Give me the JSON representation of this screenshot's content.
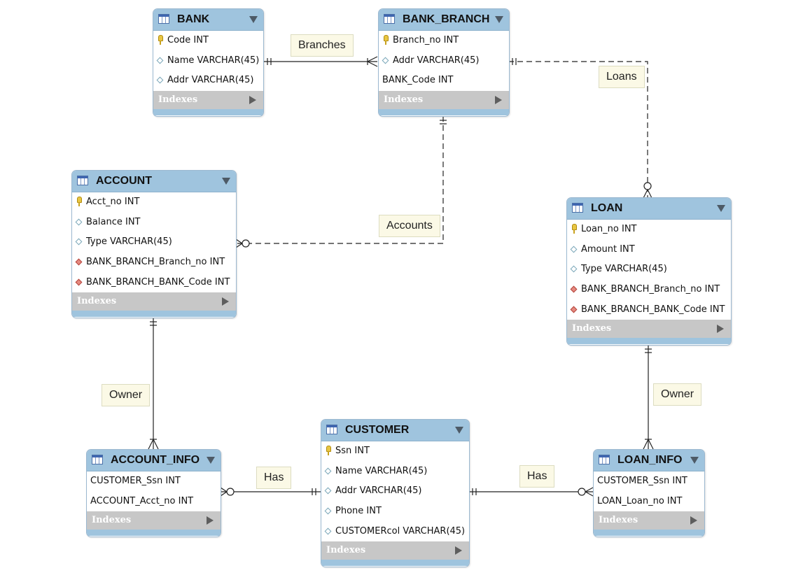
{
  "entities": {
    "bank": {
      "name": "BANK",
      "columns": [
        {
          "text": "Code INT",
          "icon": "key"
        },
        {
          "text": "Name VARCHAR(45)",
          "icon": "diamond"
        },
        {
          "text": "Addr VARCHAR(45)",
          "icon": "diamond"
        }
      ],
      "indexes_label": "Indexes"
    },
    "bank_branch": {
      "name": "BANK_BRANCH",
      "columns": [
        {
          "text": "Branch_no INT",
          "icon": "key"
        },
        {
          "text": "Addr VARCHAR(45)",
          "icon": "diamond"
        },
        {
          "text": "BANK_Code INT",
          "icon": "none"
        }
      ],
      "indexes_label": "Indexes"
    },
    "account": {
      "name": "ACCOUNT",
      "columns": [
        {
          "text": "Acct_no INT",
          "icon": "key"
        },
        {
          "text": "Balance INT",
          "icon": "diamond"
        },
        {
          "text": "Type VARCHAR(45)",
          "icon": "diamond"
        },
        {
          "text": "BANK_BRANCH_Branch_no INT",
          "icon": "foreign-key"
        },
        {
          "text": "BANK_BRANCH_BANK_Code INT",
          "icon": "foreign-key"
        }
      ],
      "indexes_label": "Indexes"
    },
    "loan": {
      "name": "LOAN",
      "columns": [
        {
          "text": "Loan_no INT",
          "icon": "key"
        },
        {
          "text": "Amount INT",
          "icon": "diamond"
        },
        {
          "text": "Type VARCHAR(45)",
          "icon": "diamond"
        },
        {
          "text": "BANK_BRANCH_Branch_no INT",
          "icon": "foreign-key"
        },
        {
          "text": "BANK_BRANCH_BANK_Code INT",
          "icon": "foreign-key"
        }
      ],
      "indexes_label": "Indexes"
    },
    "customer": {
      "name": "CUSTOMER",
      "columns": [
        {
          "text": "Ssn INT",
          "icon": "key"
        },
        {
          "text": "Name VARCHAR(45)",
          "icon": "diamond"
        },
        {
          "text": "Addr VARCHAR(45)",
          "icon": "diamond"
        },
        {
          "text": "Phone INT",
          "icon": "diamond"
        },
        {
          "text": "CUSTOMERcol VARCHAR(45)",
          "icon": "diamond"
        }
      ],
      "indexes_label": "Indexes"
    },
    "account_info": {
      "name": "ACCOUNT_INFO",
      "columns": [
        {
          "text": "CUSTOMER_Ssn INT",
          "icon": "none"
        },
        {
          "text": "ACCOUNT_Acct_no INT",
          "icon": "none"
        }
      ],
      "indexes_label": "Indexes"
    },
    "loan_info": {
      "name": "LOAN_INFO",
      "columns": [
        {
          "text": "CUSTOMER_Ssn INT",
          "icon": "none"
        },
        {
          "text": "LOAN_Loan_no INT",
          "icon": "none"
        }
      ],
      "indexes_label": "Indexes"
    }
  },
  "relationships": {
    "branches": "Branches",
    "loans": "Loans",
    "accounts": "Accounts",
    "account_owner": "Owner",
    "loan_owner": "Owner",
    "account_has": "Has",
    "loan_has": "Has"
  }
}
